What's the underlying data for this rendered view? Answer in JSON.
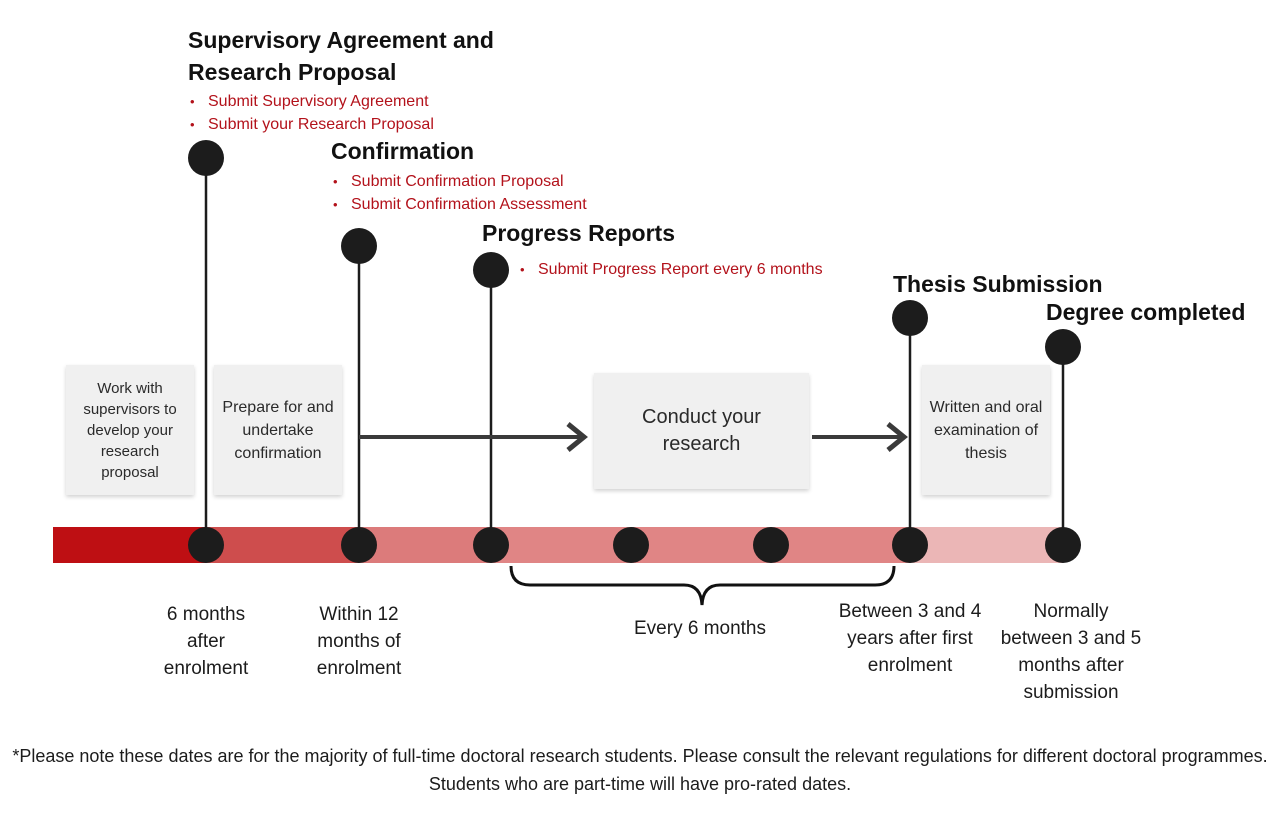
{
  "stages": [
    {
      "title": "Supervisory Agreement and Research Proposal",
      "tasks": [
        "Submit Supervisory Agreement",
        "Submit your Research Proposal"
      ]
    },
    {
      "title": "Confirmation",
      "tasks": [
        "Submit Confirmation Proposal",
        "Submit Confirmation Assessment"
      ]
    },
    {
      "title": "Progress Reports",
      "tasks": [
        "Submit Progress Report every 6 months"
      ]
    },
    {
      "title": "Thesis Submission",
      "tasks": []
    },
    {
      "title": "Degree completed",
      "tasks": []
    }
  ],
  "activities": [
    "Work with supervisors to develop your research proposal",
    "Prepare for and undertake confirmation",
    "Conduct your research",
    "Written and oral examination of thesis"
  ],
  "time_labels": [
    "6 months after enrolment",
    "Within 12 months of enrolment",
    "Every 6 months",
    "Between 3 and 4 years after first enrolment",
    "Normally between 3 and 5 months after submission"
  ],
  "footnote": "*Please note these dates are for the majority of full-time doctoral research students. Please consult the relevant regulations for different doctoral programmes. Students who are part-time will have pro-rated dates.",
  "colors": {
    "bar_segments": [
      "#be0f13",
      "#ce4d4d",
      "#dc7b7b",
      "#e08585",
      "#ebb6b6"
    ],
    "task_text": "#b3121b",
    "node": "#1c1c1c"
  }
}
